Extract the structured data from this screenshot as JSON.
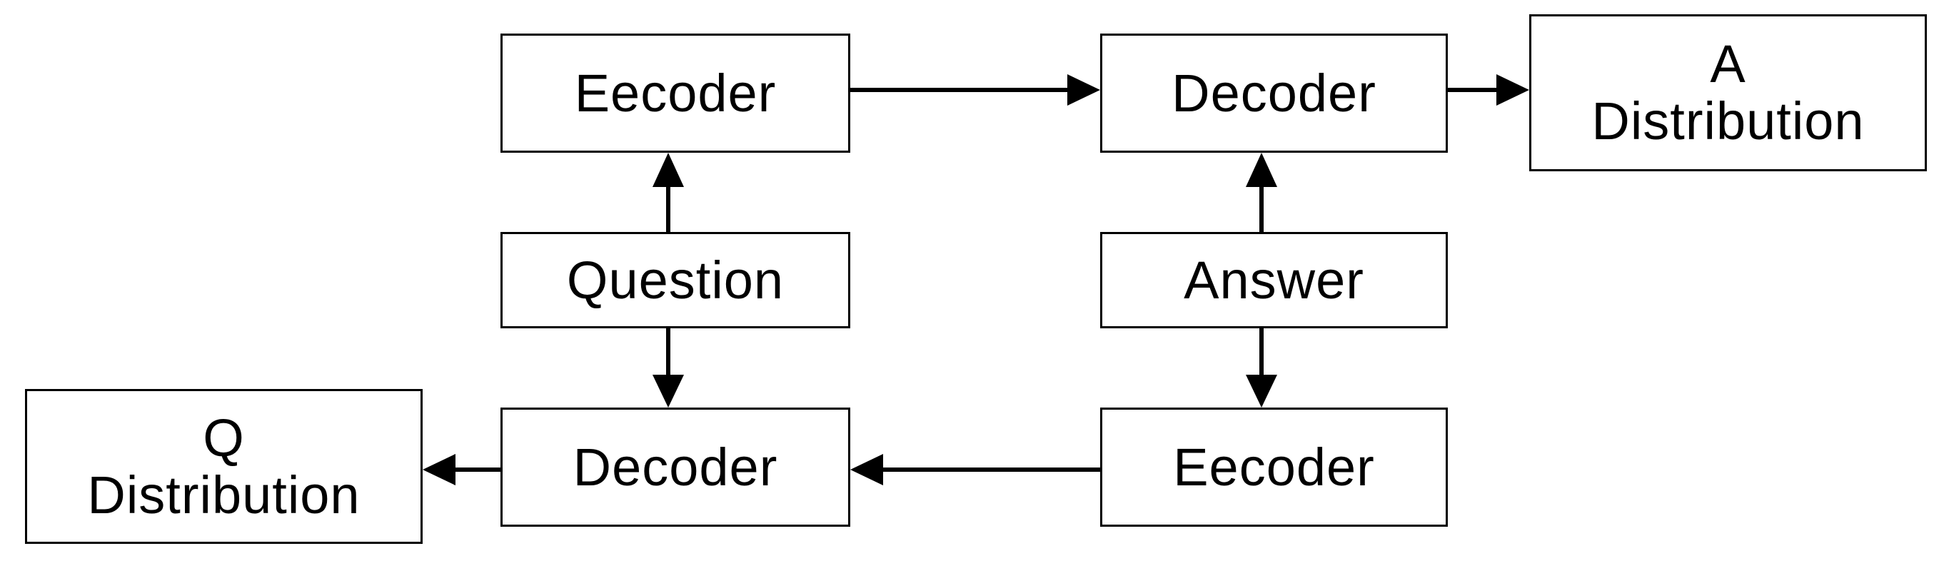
{
  "diagram": {
    "nodes": {
      "encoder_question": {
        "label": "Eecoder"
      },
      "decoder_answer": {
        "label": "Decoder"
      },
      "a_distribution": {
        "line1": "A",
        "line2": "Distribution"
      },
      "question": {
        "label": "Question"
      },
      "answer": {
        "label": "Answer"
      },
      "q_distribution": {
        "line1": "Q",
        "line2": "Distribution"
      },
      "decoder_question": {
        "label": "Decoder"
      },
      "encoder_answer": {
        "label": "Eecoder"
      }
    },
    "edges": [
      {
        "from": "question",
        "to": "encoder_question"
      },
      {
        "from": "encoder_question",
        "to": "decoder_answer"
      },
      {
        "from": "decoder_answer",
        "to": "a_distribution"
      },
      {
        "from": "answer",
        "to": "decoder_answer"
      },
      {
        "from": "question",
        "to": "decoder_question"
      },
      {
        "from": "answer",
        "to": "encoder_answer"
      },
      {
        "from": "encoder_answer",
        "to": "decoder_question"
      },
      {
        "from": "decoder_question",
        "to": "q_distribution"
      }
    ],
    "colors": {
      "stroke": "#000000",
      "background": "#ffffff",
      "text": "#000000"
    }
  }
}
